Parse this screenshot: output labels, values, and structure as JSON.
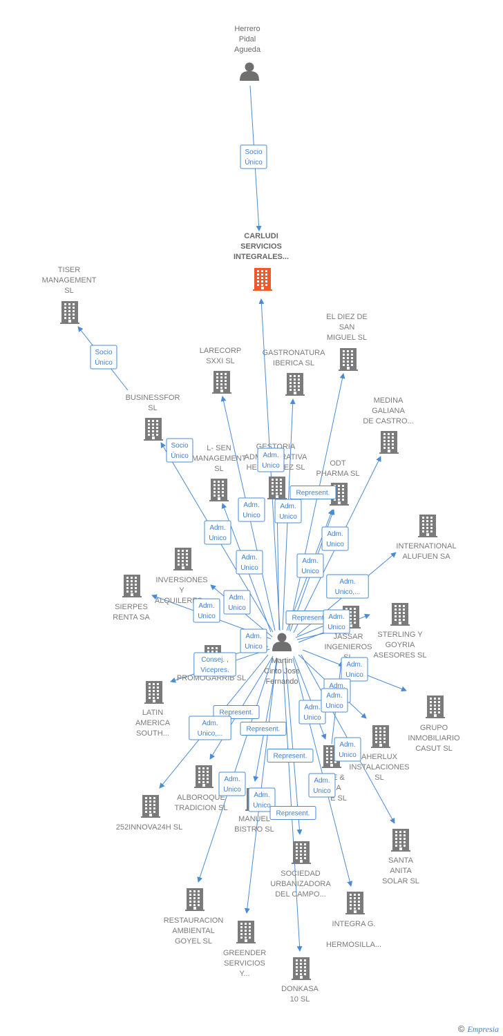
{
  "colors": {
    "edge": "#4a8bd6",
    "building": "#7b7b7b",
    "highlight": "#f05a28",
    "person": "#6f6f6f"
  },
  "nodes": [
    {
      "id": "herrero",
      "label": [
        "Herrero",
        "Pidal",
        "Agueda"
      ],
      "kind": "person"
    },
    {
      "id": "carludi",
      "label": [
        "CARLUDI",
        "SERVICIOS",
        "INTEGRALES..."
      ],
      "kind": "company-highlight"
    },
    {
      "id": "tiser",
      "label": [
        "TISER",
        "MANAGEMENT",
        "SL"
      ],
      "kind": "company"
    },
    {
      "id": "eldiez",
      "label": [
        "EL DIEZ DE",
        "SAN",
        "MIGUEL SL"
      ],
      "kind": "company"
    },
    {
      "id": "larecorp",
      "label": [
        "LARECORP",
        "SXXI  SL"
      ],
      "kind": "company"
    },
    {
      "id": "gastronatura",
      "label": [
        "GASTRONATURA",
        "IBERICA  SL"
      ],
      "kind": "company"
    },
    {
      "id": "businessfor",
      "label": [
        "BUSINESSFOR",
        "SL"
      ],
      "kind": "company"
    },
    {
      "id": "medina",
      "label": [
        "MEDINA",
        "GALIANA",
        "DE CASTRO..."
      ],
      "kind": "company"
    },
    {
      "id": "lsen",
      "label": [
        "L- SEN",
        "MANAGEMENT",
        "SL"
      ],
      "kind": "company"
    },
    {
      "id": "gestoria",
      "label": [
        "GESTORIA",
        "ADMINISTRATIVA",
        "HERNANDEZ SL"
      ],
      "kind": "company"
    },
    {
      "id": "odt",
      "label": [
        "ODT",
        "PHARMA SL"
      ],
      "kind": "company"
    },
    {
      "id": "international",
      "label": [
        "INTERNATIONAL",
        "ALUFUEN SA"
      ],
      "kind": "company"
    },
    {
      "id": "inversiones",
      "label": [
        "INVERSIONES",
        "Y",
        "ALQUILERES..."
      ],
      "kind": "company"
    },
    {
      "id": "sierpes",
      "label": [
        "SIERPES",
        "RENTA SA"
      ],
      "kind": "company"
    },
    {
      "id": "jassar",
      "label": [
        "JASSAR",
        "INGENIEROS",
        "SL"
      ],
      "kind": "company"
    },
    {
      "id": "sterling",
      "label": [
        "STERLING Y",
        "GOYRIA",
        "ASESORES  SL"
      ],
      "kind": "company"
    },
    {
      "id": "martin",
      "label": [
        "Martin",
        "Cinto Jose",
        "Fernando"
      ],
      "kind": "person"
    },
    {
      "id": "promogarrib",
      "label": [
        "PROMOGARRIB SL"
      ],
      "kind": "company"
    },
    {
      "id": "latin",
      "label": [
        "LATIN",
        "AMERICA",
        "SOUTH..."
      ],
      "kind": "company"
    },
    {
      "id": "grupo",
      "label": [
        "GRUPO",
        "INMOBILIARIO",
        "CASUT SL"
      ],
      "kind": "company"
    },
    {
      "id": "aherlux",
      "label": [
        "AHERLUX",
        "INSTALACIONES",
        "SL"
      ],
      "kind": "company"
    },
    {
      "id": "ae",
      "label": [
        "E &",
        "A",
        "E SL"
      ],
      "kind": "company"
    },
    {
      "id": "alboroque",
      "label": [
        "ALBOROQUE",
        "TRADICION  SL"
      ],
      "kind": "company"
    },
    {
      "id": "manuel",
      "label": [
        "MANUEL",
        "BISTRO  SL"
      ],
      "kind": "company"
    },
    {
      "id": "innova",
      "label": [
        "252INNOVA24H SL"
      ],
      "kind": "company"
    },
    {
      "id": "santa",
      "label": [
        "SANTA",
        "ANITA",
        "SOLAR SL"
      ],
      "kind": "company"
    },
    {
      "id": "sociedad",
      "label": [
        "SOCIEDAD",
        "URBANIZADORA",
        "DEL CAMPO..."
      ],
      "kind": "company"
    },
    {
      "id": "restauracion",
      "label": [
        "RESTAURACION",
        "AMBIENTAL",
        "GOYEL SL"
      ],
      "kind": "company"
    },
    {
      "id": "integra",
      "label": [
        "INTEGRA G.",
        "",
        "HERMOSILLA..."
      ],
      "kind": "company"
    },
    {
      "id": "greender",
      "label": [
        "GREENDER",
        "SERVICIOS",
        "Y..."
      ],
      "kind": "company"
    },
    {
      "id": "donkasa",
      "label": [
        "DONKASA",
        "10 SL"
      ],
      "kind": "company"
    }
  ],
  "edges": [
    {
      "from": "herrero",
      "to": "carludi",
      "label": [
        "Socio",
        "Único"
      ]
    },
    {
      "from": "businessfor",
      "to": "tiser",
      "label": [
        "Socio",
        "Único"
      ]
    },
    {
      "from": "martin",
      "to": "businessfor",
      "label": [
        "Socio",
        "Único"
      ]
    },
    {
      "from": "martin",
      "to": "carludi",
      "label": []
    },
    {
      "from": "martin",
      "to": "larecorp",
      "label": [
        "Adm.",
        "Unico"
      ]
    },
    {
      "from": "martin",
      "to": "gastronatura",
      "label": [
        "Adm.",
        "Unico"
      ]
    },
    {
      "from": "martin",
      "to": "eldiez",
      "label": [
        "Adm.",
        "Unico"
      ]
    },
    {
      "from": "martin",
      "to": "medina",
      "label": [
        "Adm.",
        "Unico"
      ]
    },
    {
      "from": "martin",
      "to": "lsen",
      "label": [
        "Adm.",
        "Unico"
      ]
    },
    {
      "from": "martin",
      "to": "gestoria",
      "label": [
        "Adm.",
        "Unico"
      ]
    },
    {
      "from": "martin",
      "to": "odt",
      "label": [
        "Represent."
      ]
    },
    {
      "from": "martin",
      "to": "odt",
      "label": [
        "Adm.",
        "Unico"
      ]
    },
    {
      "from": "martin",
      "to": "international",
      "label": [
        "Adm.",
        "Unico,..."
      ]
    },
    {
      "from": "martin",
      "to": "inversiones",
      "label": [
        "Adm.",
        "Unico"
      ]
    },
    {
      "from": "martin",
      "to": "sierpes",
      "label": [
        "Adm.",
        "Unico"
      ]
    },
    {
      "from": "martin",
      "to": "jassar",
      "label": [
        "Represent."
      ]
    },
    {
      "from": "martin",
      "to": "jassar",
      "label": [
        "Adm.",
        "Unico"
      ]
    },
    {
      "from": "martin",
      "to": "sterling",
      "label": []
    },
    {
      "from": "martin",
      "to": "promogarrib",
      "label": [
        "Adm.",
        "Unico"
      ]
    },
    {
      "from": "martin",
      "to": "latin",
      "label": [
        "Consej. ,",
        "Vicepres."
      ]
    },
    {
      "from": "martin",
      "to": "grupo",
      "label": [
        "Adm.",
        "Unico"
      ]
    },
    {
      "from": "martin",
      "to": "aherlux",
      "label": [
        "Adm.",
        "Unico"
      ]
    },
    {
      "from": "martin",
      "to": "ae",
      "label": [
        "Adm.",
        "Unico"
      ]
    },
    {
      "from": "martin",
      "to": "alboroque",
      "label": [
        "Represent."
      ]
    },
    {
      "from": "martin",
      "to": "innova",
      "label": [
        "Adm.",
        "Unico,..."
      ]
    },
    {
      "from": "martin",
      "to": "manuel",
      "label": [
        "Represent."
      ]
    },
    {
      "from": "martin",
      "to": "santa",
      "label": [
        "Adm.",
        "Unico"
      ]
    },
    {
      "from": "martin",
      "to": "sociedad",
      "label": [
        "Represent."
      ]
    },
    {
      "from": "martin",
      "to": "restauracion",
      "label": [
        "Adm.",
        "Unico"
      ]
    },
    {
      "from": "martin",
      "to": "integra",
      "label": [
        "Adm.",
        "Unico"
      ]
    },
    {
      "from": "martin",
      "to": "greender",
      "label": [
        "Adm.",
        "Unico"
      ]
    },
    {
      "from": "martin",
      "to": "donkasa",
      "label": [
        "Represent."
      ]
    },
    {
      "from": "martin",
      "to": "ae",
      "label": [
        "Adm.",
        "Unico"
      ]
    }
  ],
  "footer": {
    "copyright": "©",
    "brand": "Empresia"
  }
}
